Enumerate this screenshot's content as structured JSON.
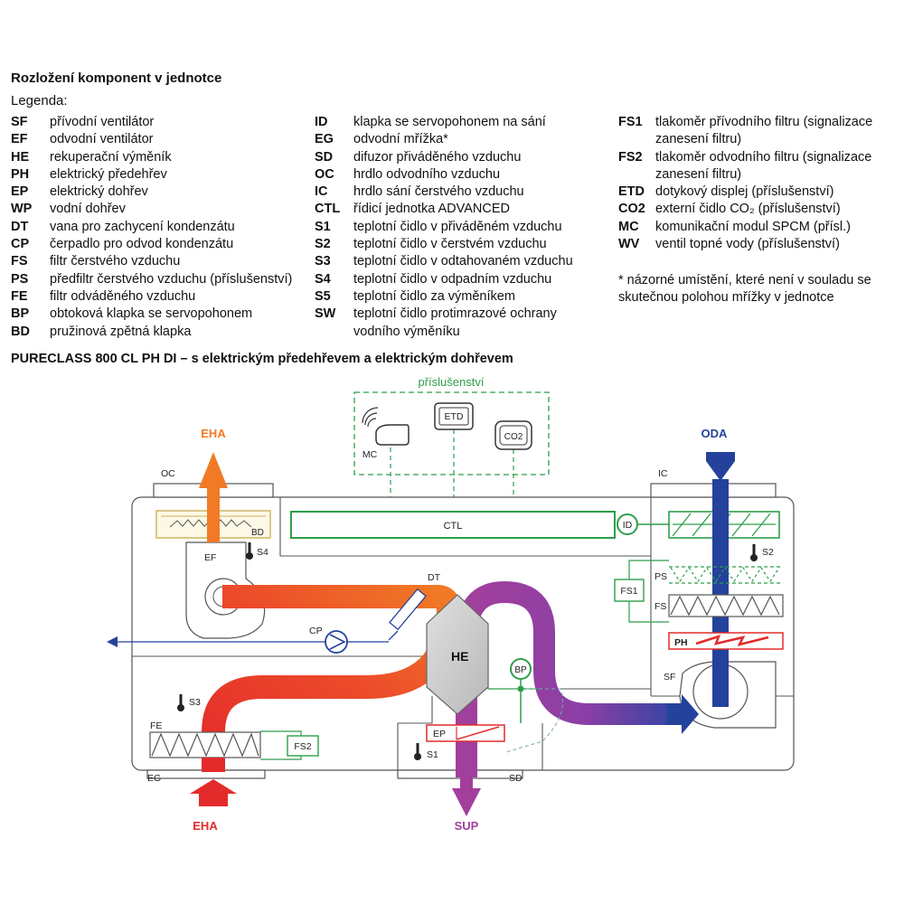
{
  "title": "Rozložení komponent v jednotce",
  "legend_heading": "Legenda:",
  "legend": {
    "col1": [
      {
        "abbr": "SF",
        "desc": "přívodní ventilátor"
      },
      {
        "abbr": "EF",
        "desc": "odvodní ventilátor"
      },
      {
        "abbr": "HE",
        "desc": "rekuperační výměník"
      },
      {
        "abbr": "PH",
        "desc": "elektrický předehřev"
      },
      {
        "abbr": "EP",
        "desc": "elektrický dohřev"
      },
      {
        "abbr": "WP",
        "desc": "vodní dohřev"
      },
      {
        "abbr": "DT",
        "desc": "vana pro zachycení kondenzátu"
      },
      {
        "abbr": "CP",
        "desc": "čerpadlo pro odvod kondenzátu"
      },
      {
        "abbr": "FS",
        "desc": "filtr čerstvého vzduchu"
      },
      {
        "abbr": "PS",
        "desc": "předfiltr čerstvého vzduchu (příslušenství)"
      },
      {
        "abbr": "FE",
        "desc": "filtr odváděného vzduchu"
      },
      {
        "abbr": "BP",
        "desc": "obtoková klapka se servopohonem"
      },
      {
        "abbr": "BD",
        "desc": "pružinová zpětná klapka"
      }
    ],
    "col2": [
      {
        "abbr": "ID",
        "desc": "klapka se servopohonem na sání"
      },
      {
        "abbr": "EG",
        "desc": "odvodní mřížka*"
      },
      {
        "abbr": "SD",
        "desc": "difuzor přiváděného vzduchu"
      },
      {
        "abbr": "OC",
        "desc": "hrdlo odvodního vzduchu"
      },
      {
        "abbr": "IC",
        "desc": "hrdlo sání čerstvého vzduchu"
      },
      {
        "abbr": "CTL",
        "desc": "řídicí jednotka ADVANCED"
      },
      {
        "abbr": "S1",
        "desc": "teplotní čidlo v přiváděném vzduchu"
      },
      {
        "abbr": "S2",
        "desc": "teplotní čidlo v čerstvém vzduchu"
      },
      {
        "abbr": "S3",
        "desc": "teplotní čidlo v odtahovaném vzduchu"
      },
      {
        "abbr": "S4",
        "desc": "teplotní čidlo v odpadním vzduchu"
      },
      {
        "abbr": "S5",
        "desc": "teplotní čidlo za výměníkem"
      },
      {
        "abbr": "SW",
        "desc": "teplotní čidlo protimrazové ochrany"
      },
      {
        "abbr": "",
        "desc": "vodního výměníku"
      }
    ],
    "col3": [
      {
        "abbr": "FS1",
        "desc": "tlakoměr přívodního filtru (signalizace"
      },
      {
        "abbr": "",
        "desc": "zanesení filtru)"
      },
      {
        "abbr": "FS2",
        "desc": "tlakoměr odvodního filtru (signalizace"
      },
      {
        "abbr": "",
        "desc": "zanesení filtru)"
      },
      {
        "abbr": "ETD",
        "desc": "dotykový displej (příslušenství)"
      },
      {
        "abbr": "CO2",
        "desc": "externí čidlo CO₂ (příslušenství)"
      },
      {
        "abbr": "MC",
        "desc": "komunikační modul SPCM (přísl.)"
      },
      {
        "abbr": "WV",
        "desc": "ventil topné vody (příslušenství)"
      }
    ]
  },
  "footnote_line1": "* názorné umístění, které není v souladu se",
  "footnote_line2": "skutečnou polohou mřížky v jednotce",
  "diagram_title": "PURECLASS 800 CL PH DI – s elektrickým předehřevem a elektrickým dohřevem",
  "diagram": {
    "accessories_label": "příslušenství",
    "mc": "MC",
    "etd": "ETD",
    "co2": "CO2",
    "ctl": "CTL",
    "id": "ID",
    "oc": "OC",
    "ic": "IC",
    "bd": "BD",
    "ef": "EF",
    "s4": "S4",
    "s2": "S2",
    "dt": "DT",
    "cp": "CP",
    "he": "HE",
    "bp": "BP",
    "ps": "PS",
    "fs": "FS",
    "fs1": "FS1",
    "ph": "PH",
    "sf": "SF",
    "s3": "S3",
    "fe": "FE",
    "fs2": "FS2",
    "ep": "EP",
    "s1": "S1",
    "eg": "EG",
    "sd": "SD",
    "eha_top": "EHA",
    "oda": "ODA",
    "eha_bottom": "EHA",
    "sup": "SUP"
  },
  "colors": {
    "green": "#2e9e4a",
    "orange": "#f07a26",
    "red": "#e32b2b",
    "purple": "#9b3fa3",
    "blue": "#24429b",
    "grey": "#555555"
  }
}
